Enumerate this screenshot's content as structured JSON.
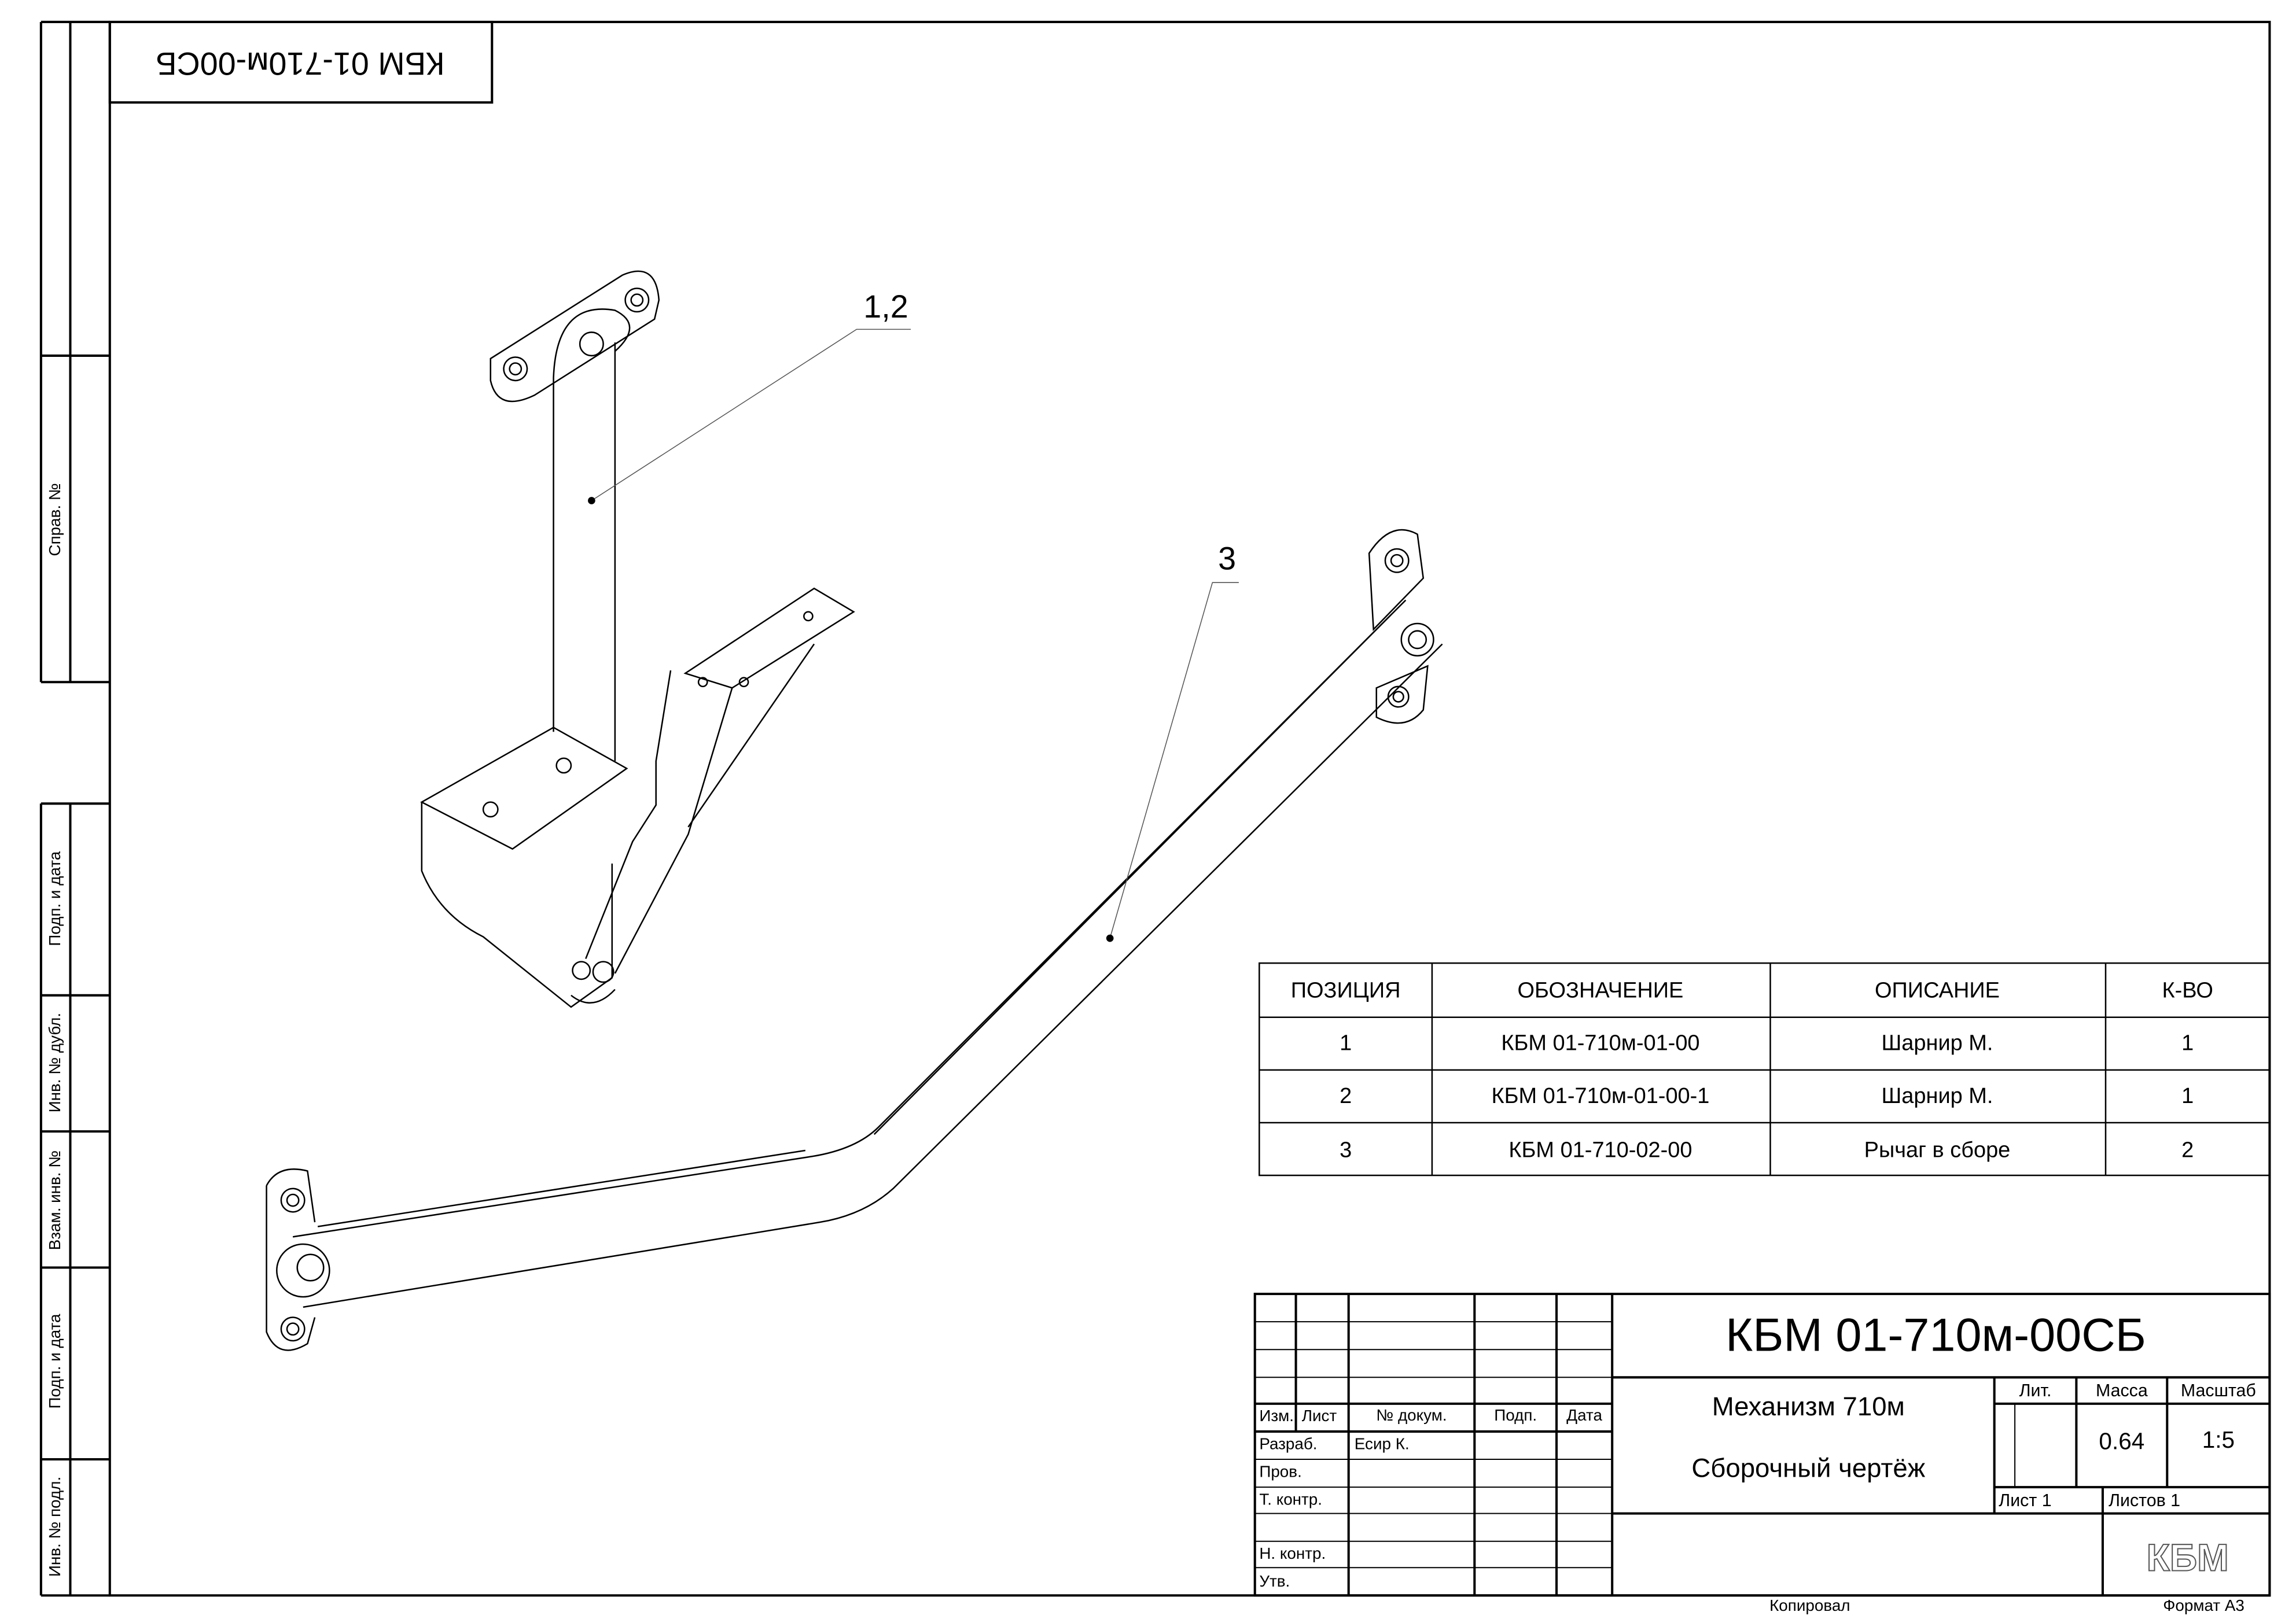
{
  "stamp_code": "КБМ 01-710м-00СБ",
  "side_strip": {
    "sprav": "Справ. №",
    "podp1": "Подп. и дата",
    "inv_dubl": "Инв. № дубл.",
    "vzam": "Взам. инв. №",
    "podp2": "Подп. и дата",
    "inv_podl": "Инв. № подл."
  },
  "callouts": {
    "a": "1,2",
    "b": "3"
  },
  "parts_table": {
    "headers": [
      "ПОЗИЦИЯ",
      "ОБОЗНАЧЕНИЕ",
      "ОПИСАНИЕ",
      "К-ВО"
    ],
    "rows": [
      [
        "1",
        "КБМ 01-710м-01-00",
        "Шарнир М.",
        "1"
      ],
      [
        "2",
        "КБМ 01-710м-01-00-1",
        "Шарнир М.",
        "1"
      ],
      [
        "3",
        "КБМ 01-710-02-00",
        "Рычаг в сборе",
        "2"
      ]
    ]
  },
  "title_block": {
    "code": "КБМ 01-710м-00СБ",
    "name": "Механизм 710м",
    "doc_type": "Сборочный чертёж",
    "lit": "Лит.",
    "mass_label": "Масса",
    "scale_label": "Масштаб",
    "mass": "0.64",
    "scale": "1:5",
    "sheet": "Лист 1",
    "sheets": "Листов 1",
    "cols": {
      "izm": "Изм.",
      "list": "Лист",
      "doc": "№ докум.",
      "podp": "Подп.",
      "date": "Дата"
    },
    "roles": {
      "razrab": "Разраб.",
      "prov": "Пров.",
      "tkontr": "Т. контр.",
      "nkontr": "Н. контр.",
      "utv": "Утв."
    },
    "developer": "Есир К.",
    "logo": "КБМ",
    "copied": "Копировал",
    "format": "Формат А3"
  }
}
